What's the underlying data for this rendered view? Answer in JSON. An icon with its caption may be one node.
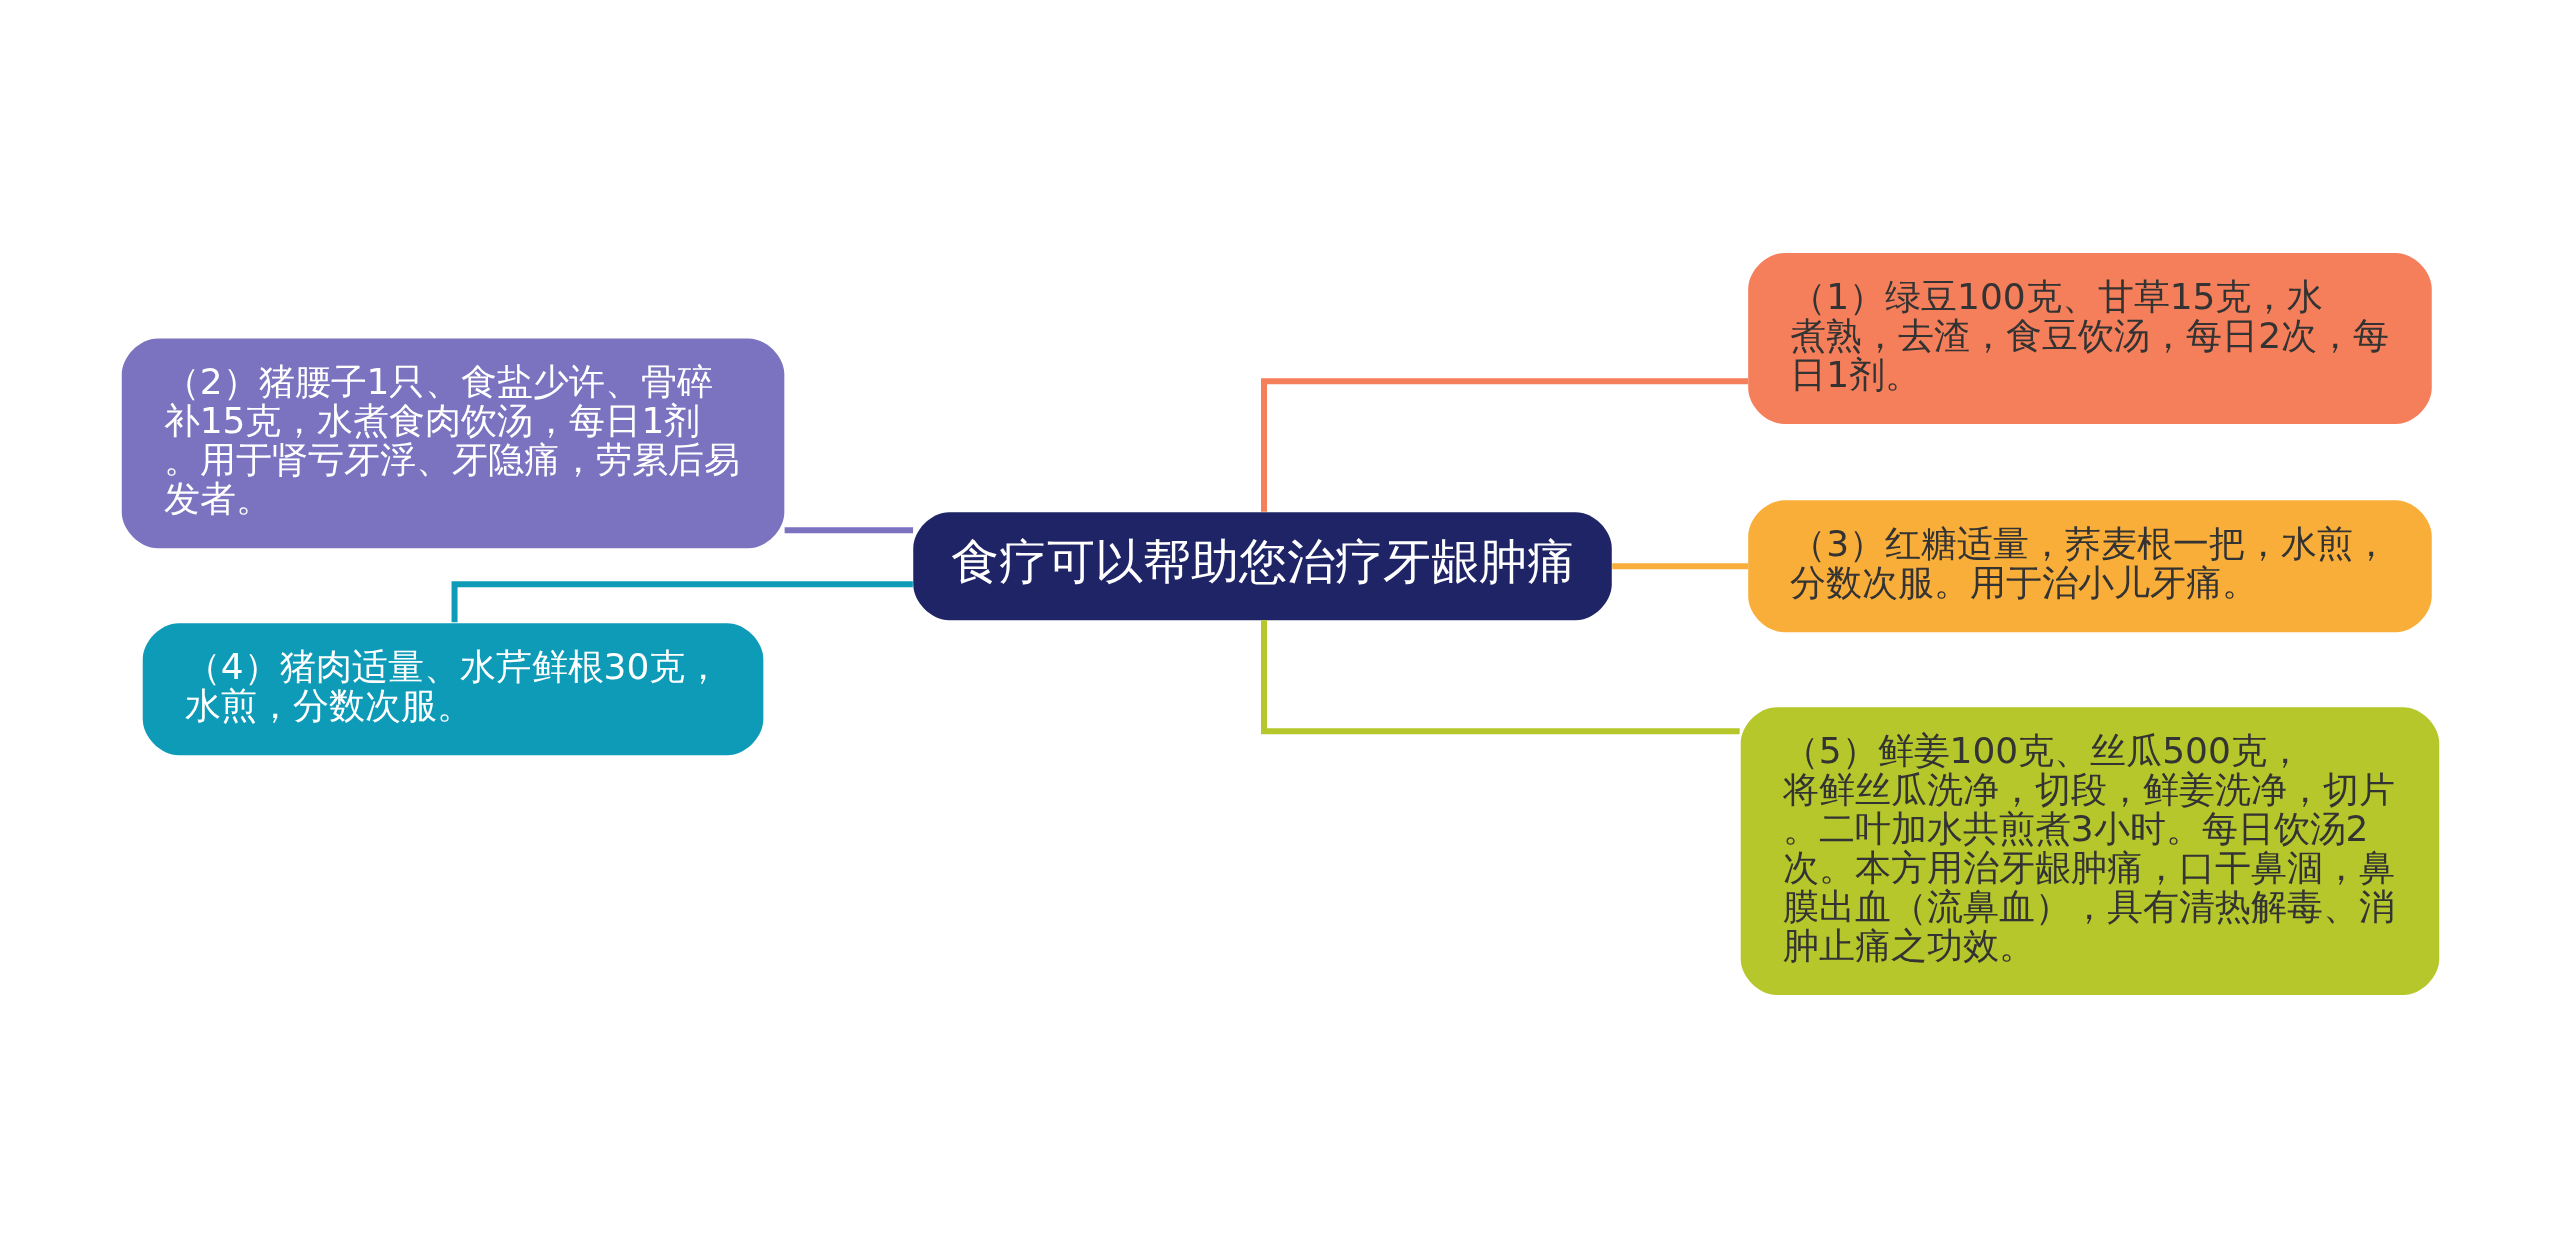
{
  "diagram": {
    "nodes": [
      {
        "text": [
          "食疗可以帮助您治疗牙龈肿痛"
        ]
      },
      {
        "text": [
          "（2）猪腰子1只、食盐少许、骨碎补15克，水煮食肉饮汤，每日1剂。用于肾亏牙浮、牙隐痛，劳累后易发者。"
        ]
      },
      {
        "text": [
          "（4）猪肉适量、水芹鲜根30克，水煎，分数次服。"
        ]
      },
      {
        "text": [
          "（1）绿豆100克、甘草15克，水煮熟，去渣，食豆饮汤，每日2次，每日1剂。"
        ]
      },
      {
        "text": [
          "（3）红糖适量，荞麦根一把，水煎，分数次服。用于治小儿牙痛。"
        ]
      },
      {
        "text": [
          "（5）鲜姜100克、丝瓜500克，将鲜丝瓜洗净，切段，鲜姜洗净，切片。二叶加水共煎煮3小时。每日饮汤2次。本方用治牙龈肿痛，口干鼻涸，鼻膜出血（流鼻血），具有清热解毒、消肿止痛之功效。"
        ]
      }
    ],
    "edges": [
      {
        "from": 0,
        "to": 1,
        "arrow": "none",
        "color": "#7b72c0"
      },
      {
        "from": 0,
        "to": 2,
        "arrow": "none",
        "color": "#0e9bb8"
      },
      {
        "from": 0,
        "to": 3,
        "arrow": "none",
        "color": "#f47f5a"
      },
      {
        "from": 0,
        "to": 4,
        "arrow": "none",
        "color": "#f9ae3a"
      },
      {
        "from": 0,
        "to": 5,
        "arrow": "none",
        "color": "#b5c72b"
      }
    ]
  }
}
